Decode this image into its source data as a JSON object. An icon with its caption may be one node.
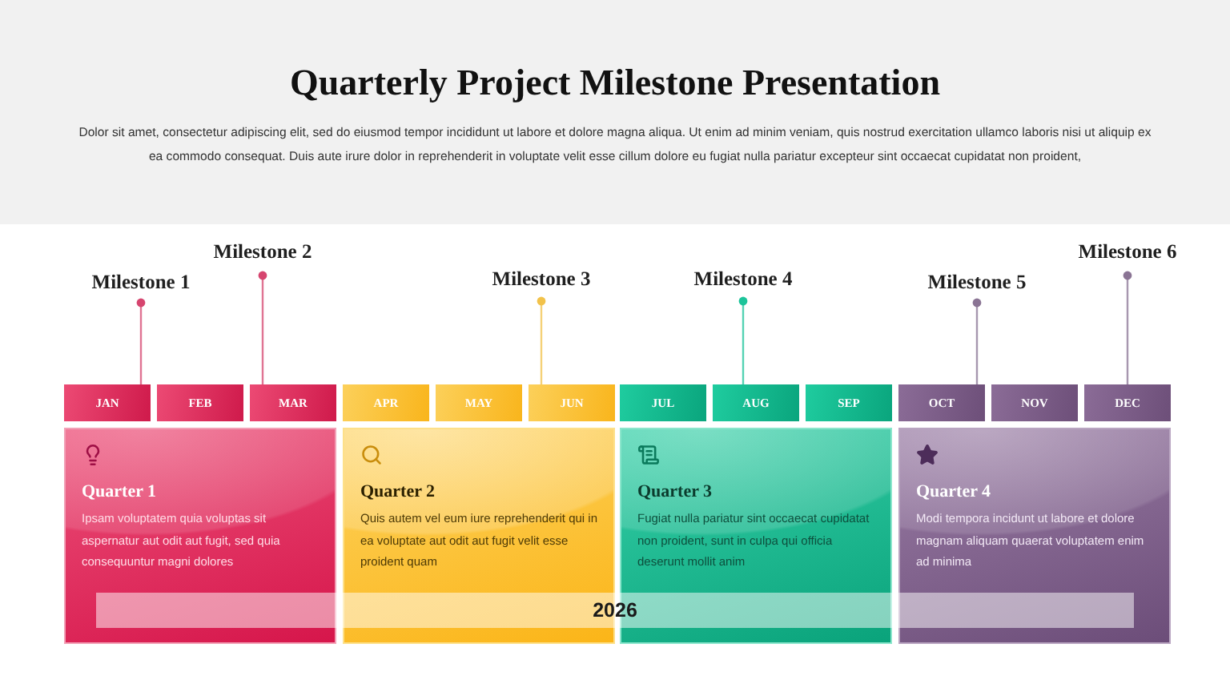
{
  "diagram": {
    "title": "Quarterly Project Milestone Presentation",
    "nodes": [
      {
        "text": [
          "Milestone 1"
        ]
      },
      {
        "text": [
          "Milestone 2"
        ]
      },
      {
        "text": [
          "Milestone 3"
        ]
      },
      {
        "text": [
          "Milestone 4"
        ]
      },
      {
        "text": [
          "Milestone 5"
        ]
      },
      {
        "text": [
          "Milestone 6"
        ]
      },
      {
        "text": [
          "JAN"
        ]
      },
      {
        "text": [
          "FEB"
        ]
      },
      {
        "text": [
          "MAR"
        ]
      },
      {
        "text": [
          "APR"
        ]
      },
      {
        "text": [
          "MAY"
        ]
      },
      {
        "text": [
          "JUN"
        ]
      },
      {
        "text": [
          "JUL"
        ]
      },
      {
        "text": [
          "AUG"
        ]
      },
      {
        "text": [
          "SEP"
        ]
      },
      {
        "text": [
          "OCT"
        ]
      },
      {
        "text": [
          "NOV"
        ]
      },
      {
        "text": [
          "DEC"
        ]
      },
      {
        "text": [
          "Quarter 1",
          "Ipsam voluptatem quia voluptas sit aspernatur aut odit aut fugit, sed quia consequuntur magni dolores"
        ]
      },
      {
        "text": [
          "Quarter 2",
          "Quis autem vel eum iure reprehenderit qui in ea voluptate aut odit aut fugit velit esse proident quam"
        ]
      },
      {
        "text": [
          "Quarter 3",
          "Fugiat nulla pariatur sint occaecat cupidatat non proident, sunt in culpa qui officia deserunt mollit anim"
        ]
      },
      {
        "text": [
          "Quarter 4",
          "Modi tempora incidunt ut labore et dolore magnam aliquam quaerat voluptatem enim ad minima"
        ]
      },
      {
        "text": [
          "2026"
        ]
      }
    ],
    "edges": [
      {
        "from": 0,
        "to": 6,
        "arrow": "other",
        "color": "#d6456f"
      },
      {
        "from": 1,
        "to": 8,
        "arrow": "other",
        "color": "#d6456f"
      },
      {
        "from": 2,
        "to": 11,
        "arrow": "other",
        "color": "#f2c24a"
      },
      {
        "from": 3,
        "to": 13,
        "arrow": "other",
        "color": "#1cc49a"
      },
      {
        "from": 4,
        "to": 15,
        "arrow": "other",
        "color": "#8a7494"
      },
      {
        "from": 5,
        "to": 17,
        "arrow": "other",
        "color": "#8a7494"
      }
    ],
    "labels": [
      "Dolor sit amet, consectetur adipiscing elit, sed do eiusmod tempor incididunt ut labore et dolore magna aliqua. Ut enim ad minim veniam, quis nostrud exercitation ullamco laboris nisi ut aliquip ex ea commodo consequat. Duis aute irure dolor in reprehenderit in voluptate velit esse cillum dolore eu fugiat nulla pariatur excepteur sint occaecat cupidatat non proident,"
    ]
  }
}
